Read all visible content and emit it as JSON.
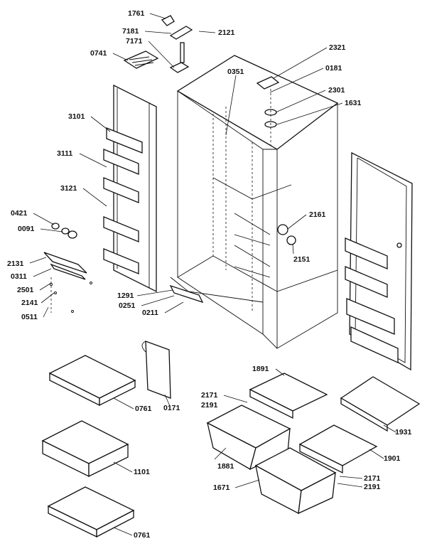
{
  "diagram": {
    "callouts": [
      {
        "id": "1761",
        "text": "1761"
      },
      {
        "id": "7181",
        "text": "7181"
      },
      {
        "id": "2121",
        "text": "2121"
      },
      {
        "id": "7171",
        "text": "7171"
      },
      {
        "id": "0741",
        "text": "0741"
      },
      {
        "id": "2321",
        "text": "2321"
      },
      {
        "id": "0181",
        "text": "0181"
      },
      {
        "id": "0351",
        "text": "0351"
      },
      {
        "id": "2301",
        "text": "2301"
      },
      {
        "id": "1631",
        "text": "1631"
      },
      {
        "id": "3101",
        "text": "3101"
      },
      {
        "id": "3111",
        "text": "3111"
      },
      {
        "id": "3121",
        "text": "3121"
      },
      {
        "id": "0421",
        "text": "0421"
      },
      {
        "id": "0091",
        "text": "0091"
      },
      {
        "id": "2161",
        "text": "2161"
      },
      {
        "id": "2151",
        "text": "2151"
      },
      {
        "id": "2131",
        "text": "2131"
      },
      {
        "id": "0311",
        "text": "0311"
      },
      {
        "id": "2501",
        "text": "2501"
      },
      {
        "id": "1291",
        "text": "1291"
      },
      {
        "id": "2141",
        "text": "2141"
      },
      {
        "id": "0251",
        "text": "0251"
      },
      {
        "id": "0211",
        "text": "0211"
      },
      {
        "id": "0511",
        "text": "0511"
      },
      {
        "id": "1891",
        "text": "1891"
      },
      {
        "id": "2171a",
        "text": "2171"
      },
      {
        "id": "2191a",
        "text": "2191"
      },
      {
        "id": "0761a",
        "text": "0761"
      },
      {
        "id": "0171",
        "text": "0171"
      },
      {
        "id": "1931",
        "text": "1931"
      },
      {
        "id": "1881",
        "text": "1881"
      },
      {
        "id": "1901",
        "text": "1901"
      },
      {
        "id": "1101",
        "text": "1101"
      },
      {
        "id": "2171b",
        "text": "2171"
      },
      {
        "id": "2191b",
        "text": "2191"
      },
      {
        "id": "1671",
        "text": "1671"
      },
      {
        "id": "0761b",
        "text": "0761"
      }
    ]
  }
}
